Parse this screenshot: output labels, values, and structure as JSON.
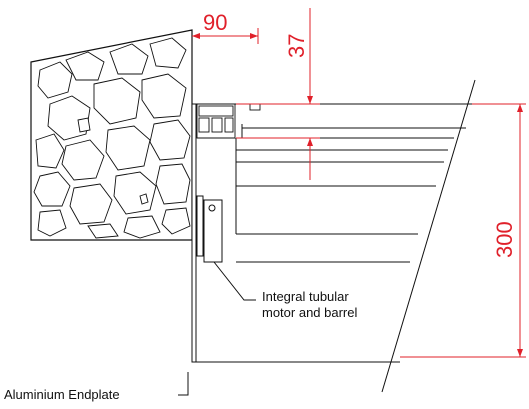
{
  "dimensions": {
    "projection": "90",
    "bracket_offset": "37",
    "box_height": "300"
  },
  "labels": {
    "motor_line1": "Integral tubular",
    "motor_line2": "motor and barrel",
    "endplate": "Aluminium Endplate"
  },
  "colors": {
    "dimension": "#e0202a",
    "ink": "#111111"
  }
}
